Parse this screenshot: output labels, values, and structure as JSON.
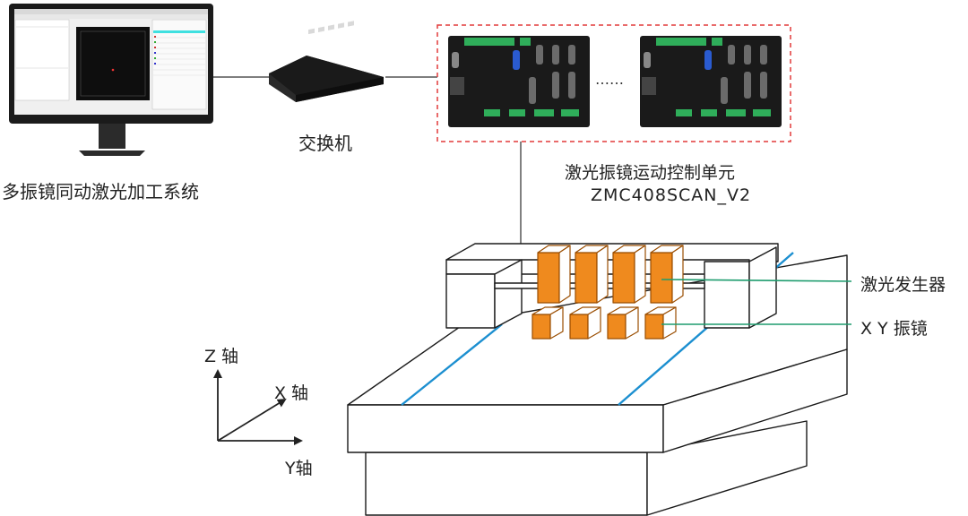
{
  "labels": {
    "pc_caption": "多振镜同动激光加工系统",
    "switch_caption": "交换机",
    "controller_caption_line1": "激光振镜运动控制单元",
    "controller_caption_line2": "ZMC408SCAN_V2",
    "controller_ellipsis": "……",
    "laser_label": "激光发生器",
    "xy_label": "X Y 振镜",
    "z_axis": "Z 轴",
    "x_axis": "X 轴",
    "y_axis": "Y轴"
  },
  "colors": {
    "laser_orange": "#ef8a1e",
    "laser_stroke": "#9a4d00",
    "leader_green": "#1e9c6e",
    "rail_blue": "#1c8fd0",
    "dashed_red": "#e23a3a",
    "line_dark": "#333333",
    "controller_dark": "#1a1a1a",
    "terminal_green": "#2fae5a"
  },
  "icons": {
    "pc": "monitor-icon",
    "switch": "network-switch-icon",
    "controller": "controller-board-icon",
    "machine": "laser-machine-icon",
    "axes": "axis-arrows-icon"
  }
}
